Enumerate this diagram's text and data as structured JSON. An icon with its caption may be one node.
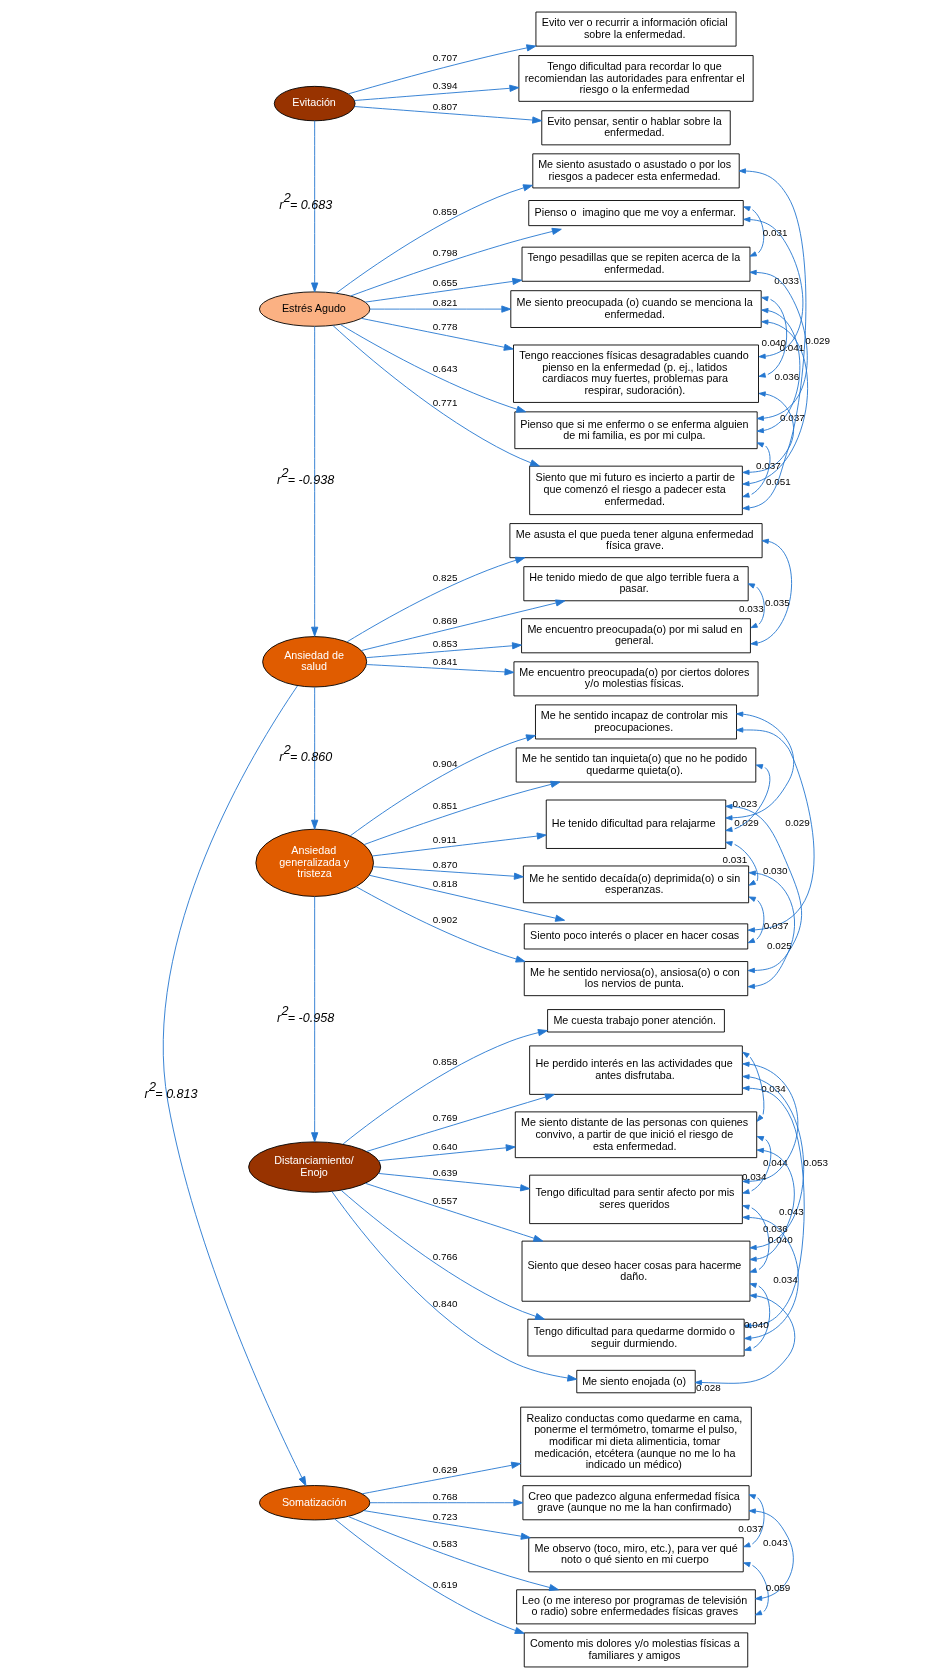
{
  "diagram": {
    "nodes": [
      {
        "text": [
          "Estrés Agudo"
        ]
      },
      {
        "text": [
          "Evitación"
        ]
      },
      {
        "text": [
          "Distanciamiento/ Enojo"
        ]
      },
      {
        "text": [
          "Ansiedad de salud"
        ]
      },
      {
        "text": [
          "Somatización"
        ]
      },
      {
        "text": [
          "Ansiedad generalizada y tristeza"
        ]
      },
      {
        "text": [
          "Pienso o  imagino que me voy a enfermar."
        ]
      },
      {
        "text": [
          "Tengo pesadillas que se repiten acerca de la enfermedad."
        ]
      },
      {
        "text": [
          "Me siento preocupada (o) cuando se menciona la enfermedad."
        ]
      },
      {
        "text": [
          "Tengo reacciones físicas desagradables cuando pienso en la enfermedad (p. ej., latidos cardiacos muy fuertes, problemas para respirar, sudoración)."
        ]
      },
      {
        "text": [
          "Pienso que si me enfermo o se enferma alguien de mi familia, es por mi culpa."
        ]
      },
      {
        "text": [
          "Siento que mi futuro es incierto a partir de que comenzó el riesgo a padecer esta enfermedad."
        ]
      },
      {
        "text": [
          "Me siento asustado o asustado o por los riesgos a padecer esta enfermedad."
        ]
      },
      {
        "text": [
          "He tenido miedo de que algo terrible fuera a pasar."
        ]
      },
      {
        "text": [
          "Me encuentro preocupada(o) por mi salud en general."
        ]
      },
      {
        "text": [
          "Me encuentro preocupada(o) por ciertos dolores y/o molestias físicas."
        ]
      },
      {
        "text": [
          "Me asusta el que pueda tener alguna enfermedad física grave."
        ]
      },
      {
        "text": [
          "Me he sentido nerviosa(o), ansiosa(o) o con los nervios de punta."
        ]
      },
      {
        "text": [
          "Me he sentido incapaz de controlar mis preocupaciones."
        ]
      },
      {
        "text": [
          "Me he sentido tan inquieta(o) que no he podido quedarme quieta(o)."
        ]
      },
      {
        "text": [
          "He tenido dificultad para relajarme"
        ]
      },
      {
        "text": [
          "Me he sentido decaída(o) deprimida(o) o sin esperanzas."
        ]
      },
      {
        "text": [
          "Siento poco interés o placer en hacer cosas"
        ]
      },
      {
        "text": [
          "Evito pensar, sentir o hablar sobre la enfermedad."
        ]
      },
      {
        "text": [
          "Evito ver o recurrir a información oficial sobre la enfermedad."
        ]
      },
      {
        "text": [
          "Tengo dificultad para recordar lo que recomiendan las autoridades para enfrentar el riesgo o la enfermedad"
        ]
      },
      {
        "text": [
          "He perdido interés en las actividades que antes disfrutaba."
        ]
      },
      {
        "text": [
          "Me siento distante de las personas con quienes convivo, a partir de que inició el riesgo de esta enfermedad."
        ]
      },
      {
        "text": [
          "Tengo dificultad para sentir afecto por mis seres queridos"
        ]
      },
      {
        "text": [
          "Siento que deseo hacer cosas para hacerme daño."
        ]
      },
      {
        "text": [
          "Tengo dificultad para quedarme dormido o seguir durmiendo."
        ]
      },
      {
        "text": [
          "Me siento enojada (o)"
        ]
      },
      {
        "text": [
          "Me cuesta trabajo poner atención."
        ]
      },
      {
        "text": [
          "Creo que padezco alguna enfermedad física grave (aunque no me la han confirmado)"
        ]
      },
      {
        "text": [
          "Me observo (toco, miro, etc.), para ver qué noto o qué siento en mi cuerpo"
        ]
      },
      {
        "text": [
          "Leo (o me intereso por programas de televisión o radio) sobre enfermedades físicas graves"
        ]
      },
      {
        "text": [
          "Comento mis dolores y/o molestias físicas a familiares y amigos"
        ]
      },
      {
        "text": [
          "Realizo conductas como quedarme en cama, ponerme el termómetro, tomarme el pulso, modificar mi dieta alimenticia, tomar medicación, etcétera (aunque no me lo ha indicado un médico)"
        ]
      }
    ],
    "edges": [
      {
        "from": 1,
        "to": 0,
        "arrow": "to",
        "label": "r$^{2}$= 0.683"
      },
      {
        "from": 0,
        "to": 3,
        "arrow": "to",
        "label": "r$^{2}$= -0.938"
      },
      {
        "from": 3,
        "to": 4,
        "arrow": "to",
        "label": "r$^{2}$= 0.813"
      },
      {
        "from": 3,
        "to": 5,
        "arrow": "to",
        "label": "r$^{2}$= 0.860"
      },
      {
        "from": 5,
        "to": 2,
        "arrow": "to",
        "label": "r$^{2}$= -0.958"
      },
      {
        "from": 0,
        "to": 6,
        "arrow": "to",
        "label": "0.798"
      },
      {
        "from": 0,
        "to": 7,
        "arrow": "to",
        "label": "0.655"
      },
      {
        "from": 0,
        "to": 8,
        "arrow": "to",
        "label": "0.821"
      },
      {
        "from": 0,
        "to": 9,
        "arrow": "to",
        "label": "0.778"
      },
      {
        "from": 0,
        "to": 10,
        "arrow": "to",
        "label": "0.643"
      },
      {
        "from": 0,
        "to": 11,
        "arrow": "to",
        "label": "0.771"
      },
      {
        "from": 0,
        "to": 12,
        "arrow": "to",
        "label": "0.859"
      },
      {
        "from": 3,
        "to": 13,
        "arrow": "to",
        "label": "0.869"
      },
      {
        "from": 3,
        "to": 14,
        "arrow": "to",
        "label": "0.853"
      },
      {
        "from": 3,
        "to": 15,
        "arrow": "to",
        "label": "0.841"
      },
      {
        "from": 3,
        "to": 16,
        "arrow": "to",
        "label": "0.825"
      },
      {
        "from": 5,
        "to": 17,
        "arrow": "to",
        "label": "0.902"
      },
      {
        "from": 5,
        "to": 18,
        "arrow": "to",
        "label": "0.904"
      },
      {
        "from": 5,
        "to": 19,
        "arrow": "to",
        "label": "0.851"
      },
      {
        "from": 5,
        "to": 20,
        "arrow": "to",
        "label": "0.911"
      },
      {
        "from": 5,
        "to": 21,
        "arrow": "to",
        "label": "0.870"
      },
      {
        "from": 5,
        "to": 22,
        "arrow": "to",
        "label": "0.818"
      },
      {
        "from": 1,
        "to": 23,
        "arrow": "to",
        "label": "0.807"
      },
      {
        "from": 1,
        "to": 24,
        "arrow": "to",
        "label": "0.707"
      },
      {
        "from": 1,
        "to": 25,
        "arrow": "to",
        "label": "0.394"
      },
      {
        "from": 2,
        "to": 26,
        "arrow": "to",
        "label": "0.769"
      },
      {
        "from": 2,
        "to": 27,
        "arrow": "to",
        "label": "0.640"
      },
      {
        "from": 2,
        "to": 28,
        "arrow": "to",
        "label": "0.639"
      },
      {
        "from": 2,
        "to": 29,
        "arrow": "to",
        "label": "0.557"
      },
      {
        "from": 2,
        "to": 30,
        "arrow": "to",
        "label": "0.766"
      },
      {
        "from": 2,
        "to": 31,
        "arrow": "to",
        "label": "0.840"
      },
      {
        "from": 2,
        "to": 32,
        "arrow": "to",
        "label": "0.858"
      },
      {
        "from": 4,
        "to": 33,
        "arrow": "to",
        "label": "0.768"
      },
      {
        "from": 4,
        "to": 34,
        "arrow": "to",
        "label": "0.723"
      },
      {
        "from": 4,
        "to": 35,
        "arrow": "to",
        "label": "0.583"
      },
      {
        "from": 4,
        "to": 36,
        "arrow": "to",
        "label": "0.619"
      },
      {
        "from": 4,
        "to": 37,
        "arrow": "to",
        "label": "0.629"
      },
      {
        "from": 6,
        "to": 7,
        "arrow": "both",
        "label": "0.031"
      },
      {
        "from": 6,
        "to": 9,
        "arrow": "both",
        "label": "0.033"
      },
      {
        "from": 7,
        "to": 10,
        "arrow": "both",
        "label": "0.029"
      },
      {
        "from": 8,
        "to": 9,
        "arrow": "both",
        "label": "0.040"
      },
      {
        "from": 8,
        "to": 10,
        "arrow": "both",
        "label": "0.036"
      },
      {
        "from": 9,
        "to": 11,
        "arrow": "both",
        "label": "0.037"
      },
      {
        "from": 8,
        "to": 11,
        "arrow": "both",
        "label": "0.037"
      },
      {
        "from": 10,
        "to": 11,
        "arrow": "both",
        "label": "0.051"
      },
      {
        "from": 11,
        "to": 12,
        "arrow": "both",
        "label": "0.041"
      },
      {
        "from": 13,
        "to": 14,
        "arrow": "both",
        "label": "0.033"
      },
      {
        "from": 14,
        "to": 16,
        "arrow": "both",
        "label": "0.035"
      },
      {
        "from": 17,
        "to": 20,
        "arrow": "both",
        "label": "0.030"
      },
      {
        "from": 18,
        "to": 20,
        "arrow": "both",
        "label": "0.029"
      },
      {
        "from": 19,
        "to": 20,
        "arrow": "both",
        "label": "0.023"
      },
      {
        "from": 17,
        "to": 21,
        "arrow": "both",
        "label": "0.025"
      },
      {
        "from": 18,
        "to": 22,
        "arrow": "both",
        "label": "0.029"
      },
      {
        "from": 20,
        "to": 21,
        "arrow": "both",
        "label": "0.031"
      },
      {
        "from": 22,
        "to": 21,
        "arrow": "both",
        "label": "0.037"
      },
      {
        "from": 26,
        "to": 27,
        "arrow": "both",
        "label": "0.034"
      },
      {
        "from": 26,
        "to": 28,
        "arrow": "both",
        "label": "0.044"
      },
      {
        "from": 27,
        "to": 28,
        "arrow": "both",
        "label": "0.034"
      },
      {
        "from": 26,
        "to": 29,
        "arrow": "both",
        "label": "0.053"
      },
      {
        "from": 27,
        "to": 29,
        "arrow": "both",
        "label": "0.036"
      },
      {
        "from": 28,
        "to": 29,
        "arrow": "both",
        "label": "0.040"
      },
      {
        "from": 26,
        "to": 30,
        "arrow": "both",
        "label": "0.043"
      },
      {
        "from": 28,
        "to": 30,
        "arrow": "both",
        "label": "0.034"
      },
      {
        "from": 29,
        "to": 30,
        "arrow": "both",
        "label": "0.040"
      },
      {
        "from": 29,
        "to": 31,
        "arrow": "both",
        "label": "0.028"
      },
      {
        "from": 33,
        "to": 34,
        "arrow": "both",
        "label": "0.037"
      },
      {
        "from": 33,
        "to": 35,
        "arrow": "both",
        "label": "0.043"
      },
      {
        "from": 34,
        "to": 35,
        "arrow": "both",
        "label": "0.059"
      }
    ]
  }
}
